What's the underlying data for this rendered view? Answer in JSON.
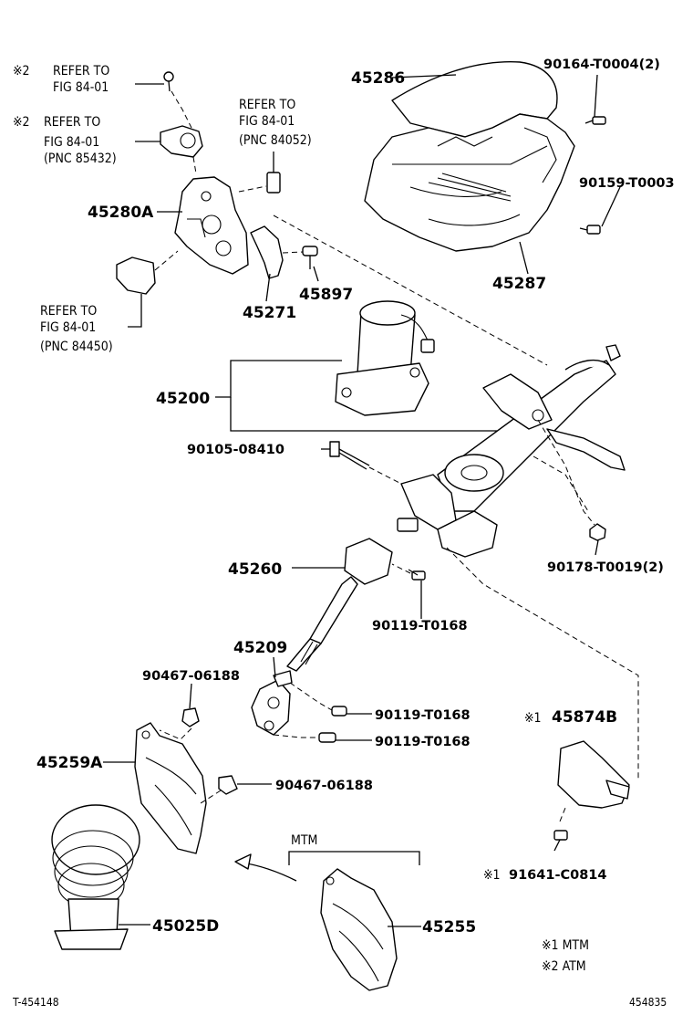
{
  "labels": {
    "l45286": "45286",
    "l90164": "90164-T0004(2)",
    "l90159": "90159-T0003",
    "l45287": "45287",
    "l45280A": "45280A",
    "l45897": "45897",
    "l45271": "45271",
    "l45200": "45200",
    "l90105": "90105-08410",
    "l90178": "90178-T0019(2)",
    "l45260": "45260",
    "l90119a": "90119-T0168",
    "l45209": "45209",
    "l90467a": "90467-06188",
    "l90119b": "90119-T0168",
    "l90119c": "90119-T0168",
    "l45874B": "45874B",
    "l45259A": "45259A",
    "l90467b": "90467-06188",
    "l91641": "91641-C0814",
    "l45025D": "45025D",
    "l45255": "45255",
    "mtm": "MTM"
  },
  "marks": {
    "m45874B": "※1",
    "m91641": "※1"
  },
  "refs": {
    "r1": {
      "mark": "※2",
      "line1": "REFER TO",
      "line2": "FIG 84-01"
    },
    "r2": {
      "mark": "※2",
      "line1": "REFER TO",
      "line2": "FIG 84-01",
      "line3": "(PNC 85432)"
    },
    "r3": {
      "line1": "REFER TO",
      "line2": "FIG 84-01",
      "line3": "(PNC 84052)"
    },
    "r4": {
      "line1": "REFER TO",
      "line2": "FIG  84-01",
      "line3": "(PNC 84450)"
    }
  },
  "legend": {
    "item1": "※1 MTM",
    "item2": "※2 ATM"
  },
  "footer": {
    "left": "T-454148",
    "right": "454835"
  }
}
